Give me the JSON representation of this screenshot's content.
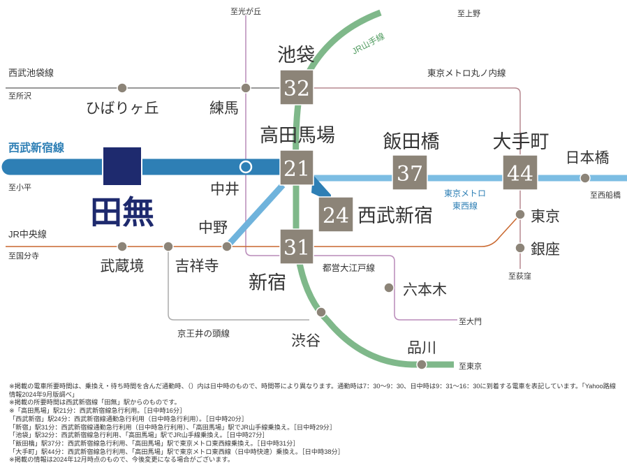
{
  "colors": {
    "seibu_shinjuku": "#2e7fb5",
    "seibu_shinjuku_light": "#6fb3dc",
    "tozai": "#7cbde3",
    "yamanote": "#7fb88a",
    "marunouchi": "#b5878f",
    "chuo": "#c9672e",
    "oedo": "#b98ab9",
    "keio": "#aaaaaa",
    "ikebukuro_line": "#777777",
    "box": "#8c8478",
    "tanashi": "#1e2a6e"
  },
  "lines": {
    "seibu_ikebukuro": "西武池袋線",
    "seibu_shinjuku": "西武新宿線",
    "jr_chuo": "JR中央線",
    "jr_yamanote": "JR山手線",
    "marunouchi": "東京メトロ丸ノ内線",
    "tozai": "東京メトロ\n東西線",
    "oedo": "都営大江戸線",
    "keio_inokashira": "京王井の頭線"
  },
  "directions": {
    "mitaka": "至光が丘",
    "ueno": "至上野",
    "tokorozawa": "至所沢",
    "kodaira": "至小平",
    "kokubunji": "至国分寺",
    "nishifunabashi": "至西船橋",
    "ogikubo": "至荻窪",
    "daimon": "至大門",
    "tokyo": "至東京"
  },
  "stations": {
    "tanashi": "田無",
    "hibarigaoka": "ひばりヶ丘",
    "nerima": "練馬",
    "nakai": "中井",
    "nakano": "中野",
    "musashisakai": "武蔵境",
    "kichijoji": "吉祥寺",
    "ikebukuro": "池袋",
    "takadanobaba": "高田馬場",
    "iidabashi": "飯田橋",
    "otemachi": "大手町",
    "nihonbashi": "日本橋",
    "seibushinjuku": "西武新宿",
    "tokyo": "東京",
    "ginza": "銀座",
    "shinjuku": "新宿",
    "roppongi": "六本木",
    "shibuya": "渋谷",
    "shinagawa": "品川"
  },
  "minutes": {
    "ikebukuro": "32",
    "takadanobaba": "21",
    "iidabashi": "37",
    "otemachi": "44",
    "seibushinjuku": "24",
    "shinjuku": "31"
  },
  "notes": [
    "※掲載の電車所要時間は、乗換え・待ち時間を含んだ通勤時、（）内は日中時のもので、時間帯により異なります。通勤時は7：30〜9：30、日中時は9：31〜16：30に到着する電車を表記しています。「Yahoo路線情報2024年9月版調べ」",
    "※掲載の所要時間は西武新宿線「田無」駅からのものです。",
    "※「高田馬場」駅21分：西武新宿線急行利用。［日中時16分］",
    "「西武新宿」駅24分：西武新宿線通勤急行利用（日中時急行利用）。［日中時20分］",
    "「新宿」駅31分：西武新宿線通勤急行利用（日中時急行利用）、「高田馬場」駅でJR山手線乗換え。［日中時29分］",
    "「池袋」駅32分：西武新宿線急行利用、「高田馬場」駅でJR山手線乗換え。［日中時27分］",
    "「飯田橋」駅37分：西武新宿線急行利用、「高田馬場」駅で東京メトロ東西線乗換え。［日中時31分］",
    "「大手町」駅44分：西武新宿線急行利用、「高田馬場」駅で東京メトロ東西線（日中時快速）乗換え。［日中時38分］",
    "※掲載の情報は2024年12月時点のもので、今後変更になる場合がございます。"
  ]
}
